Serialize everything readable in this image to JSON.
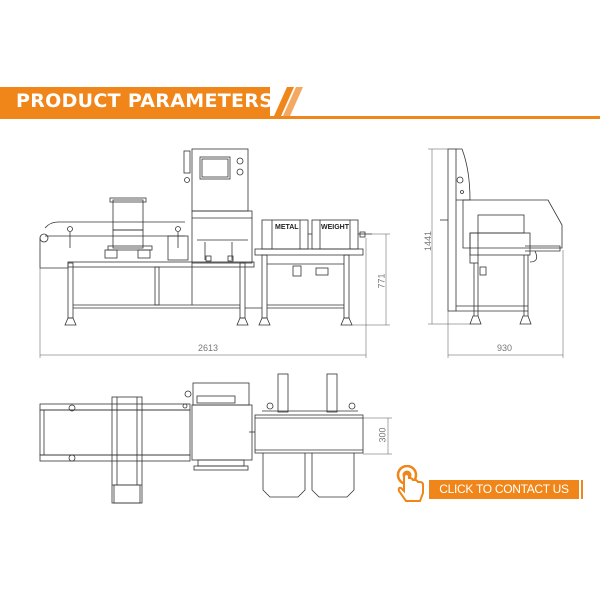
{
  "header": {
    "title": "PRODUCT PARAMETERS",
    "accent_color": "#f08519"
  },
  "drawings": {
    "front_view": {
      "label": "front-view",
      "dimensions": {
        "length": "2613",
        "height": "771"
      },
      "module_labels": [
        "METAL",
        "WEIGHT"
      ]
    },
    "side_view": {
      "label": "side-view",
      "dimensions": {
        "depth": "930",
        "height": "1441"
      }
    },
    "top_view": {
      "label": "top-view",
      "dimensions": {
        "belt_width": "300"
      }
    }
  },
  "cta": {
    "label": "CLICK TO CONTACT US",
    "icon": "hand-pointer-icon"
  }
}
